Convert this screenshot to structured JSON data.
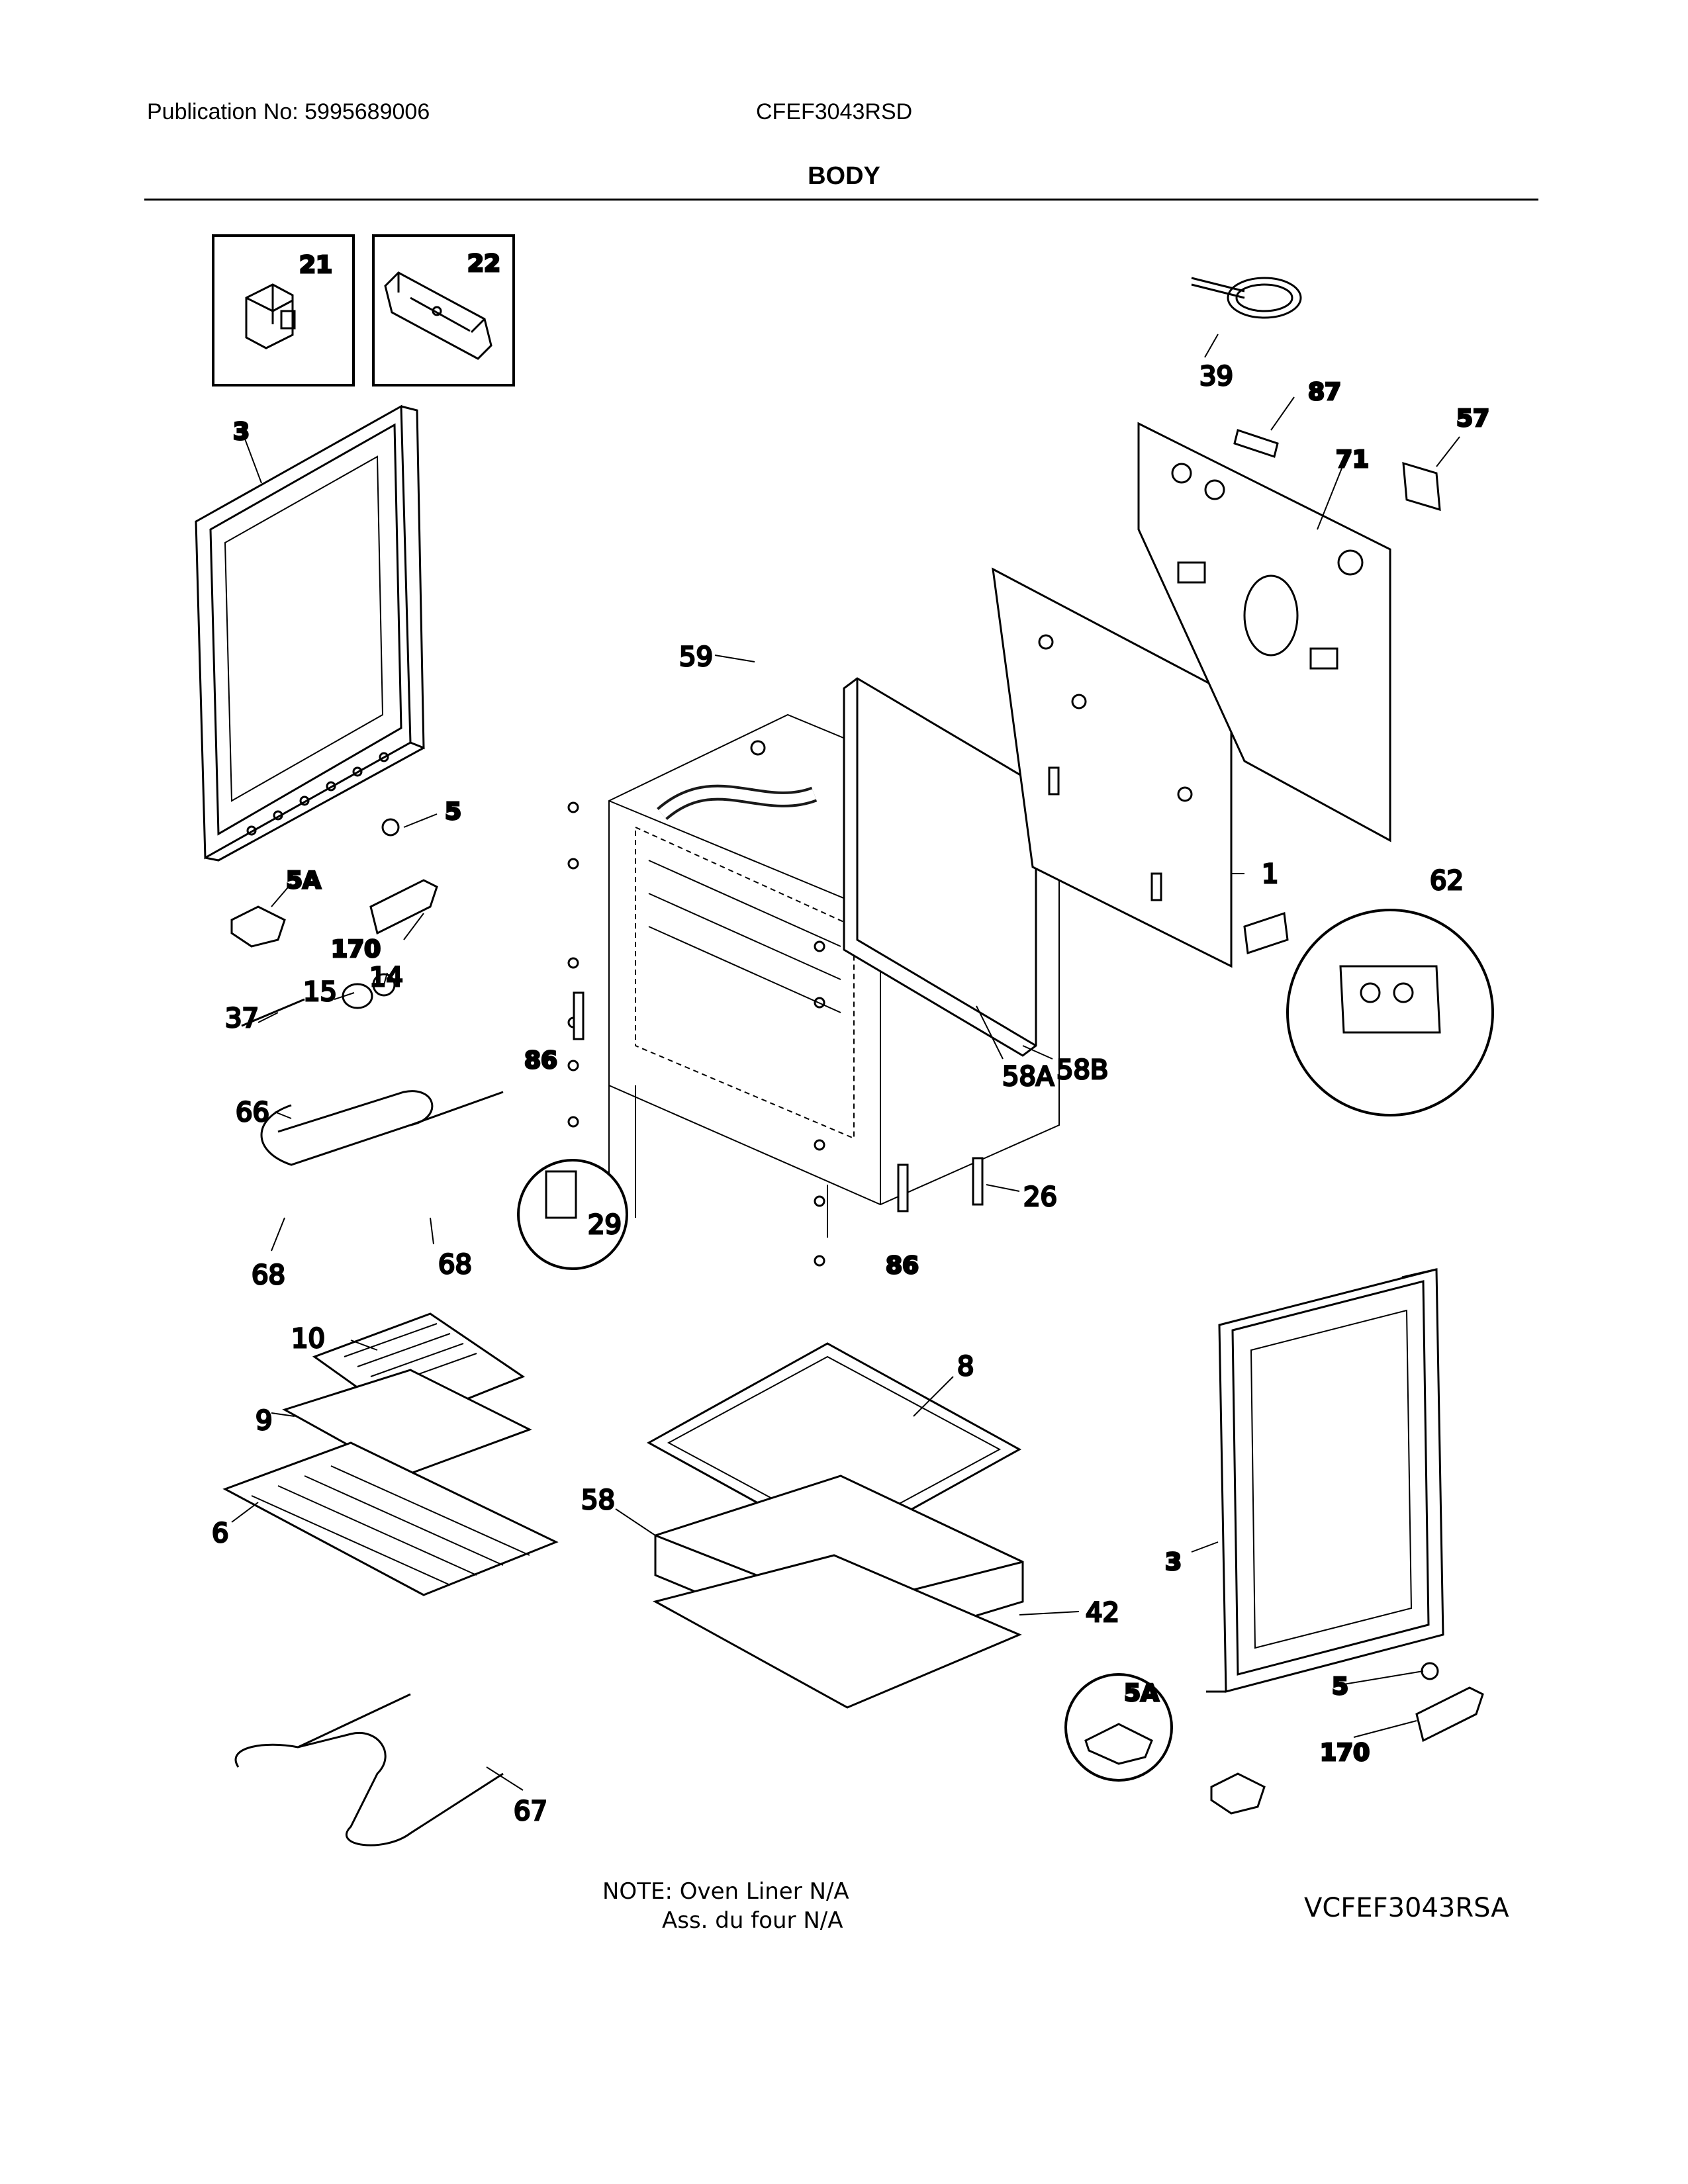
{
  "header": {
    "publication": "Publication No: 5995689006",
    "model": "CFEF3043RSD",
    "section_title": "BODY"
  },
  "callouts": {
    "c21": "21",
    "c22": "22",
    "c39": "39",
    "c87": "87",
    "c57": "57",
    "c71": "71",
    "c3_left": "3",
    "c59": "59",
    "c5_left": "5",
    "c5A_left": "5A",
    "c170_left": "170",
    "c14": "14",
    "c15": "15",
    "c37": "37",
    "c86_left": "86",
    "c66": "66",
    "c68_left": "68",
    "c68_right": "68",
    "c29": "29",
    "c86_right": "86",
    "c26": "26",
    "c58A": "58A",
    "c58B": "58B",
    "c1": "1",
    "c62": "62",
    "c10": "10",
    "c9": "9",
    "c6": "6",
    "c8": "8",
    "c58": "58",
    "c42": "42",
    "c67": "67",
    "c3_right": "3",
    "c5_right": "5",
    "c5A_right": "5A",
    "c170_right": "170"
  },
  "notes": {
    "line1": "NOTE: Oven Liner N/A",
    "line2": "Ass. du four N/A"
  },
  "figure_id": "VCFEF3043RSA"
}
